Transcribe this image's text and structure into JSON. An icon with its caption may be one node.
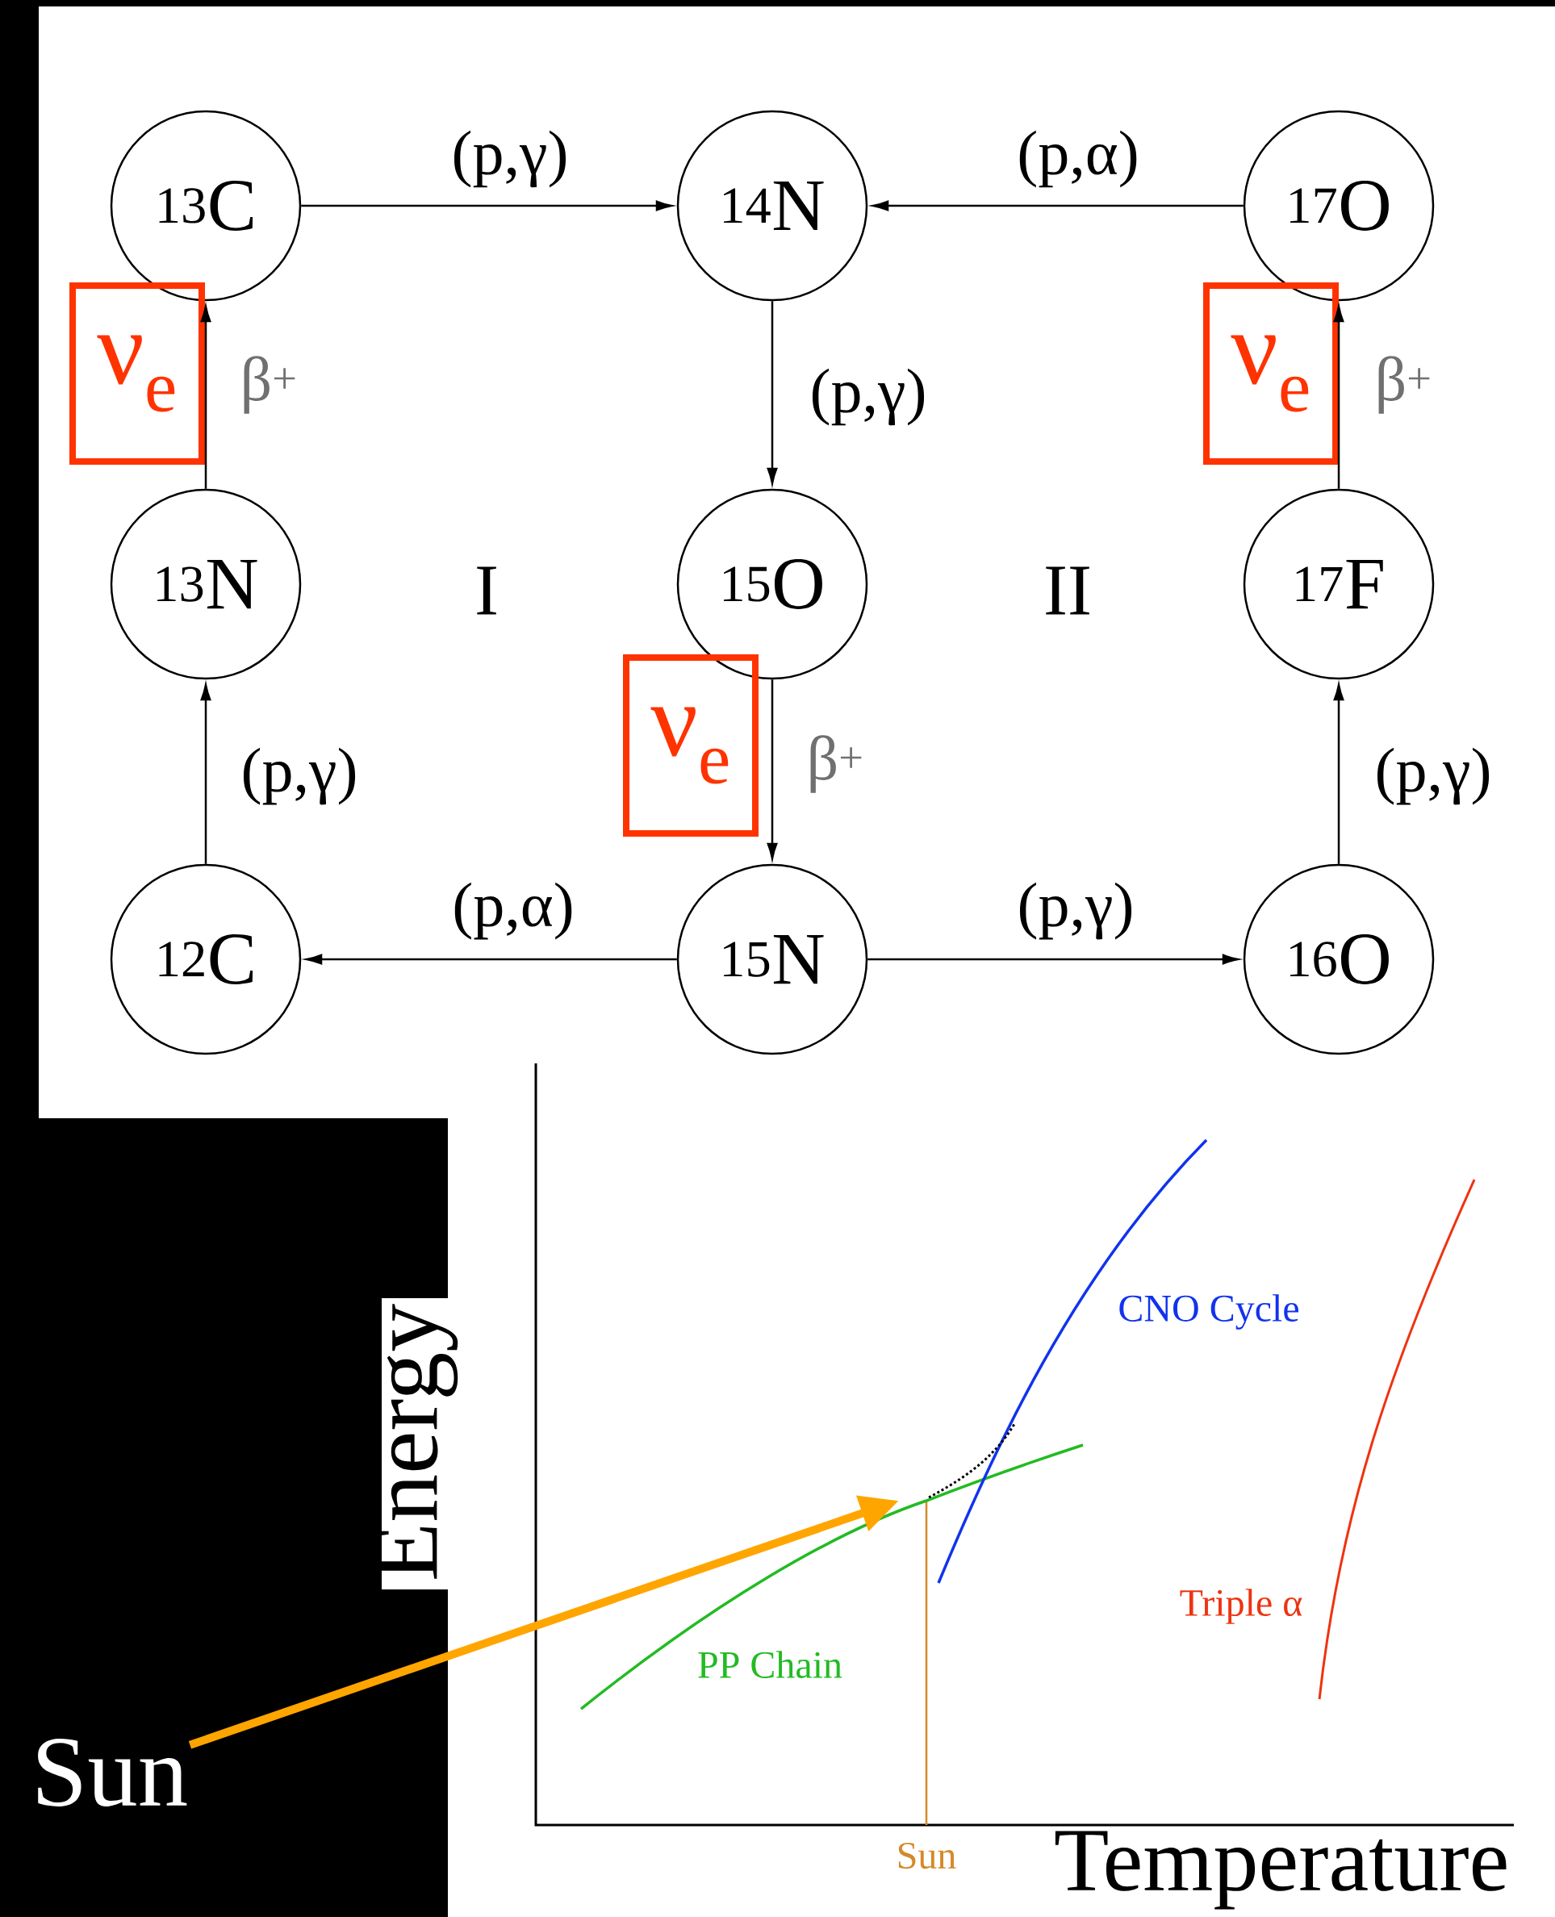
{
  "diagram": {
    "nodes": [
      {
        "text": [
          "$^{13}$C"
        ]
      },
      {
        "text": [
          "$^{14}$N"
        ]
      },
      {
        "text": [
          "$^{17}$O"
        ]
      },
      {
        "text": [
          "ν$_{e}$"
        ]
      },
      {
        "text": [
          "ν$_{e}$"
        ]
      },
      {
        "text": [
          "$^{13}$N"
        ]
      },
      {
        "text": [
          "$^{15}$O"
        ]
      },
      {
        "text": [
          "$^{17}$F"
        ]
      },
      {
        "text": [
          "ν$_{e}$"
        ]
      },
      {
        "text": [
          "$^{12}$C"
        ]
      },
      {
        "text": [
          "$^{15}$N"
        ]
      },
      {
        "text": [
          "$^{16}$O"
        ]
      },
      {
        "text": [
          "Sun"
        ]
      }
    ],
    "edges": [
      {
        "from": 0,
        "to": 1,
        "arrow": "to",
        "label": "(p,γ)"
      },
      {
        "from": 2,
        "to": 1,
        "arrow": "to",
        "label": "(p,α)"
      },
      {
        "from": 1,
        "to": 6,
        "arrow": "to",
        "label": "(p,γ)"
      },
      {
        "from": 7,
        "to": 2,
        "arrow": "to",
        "label": "β$^{+}$"
      },
      {
        "from": 5,
        "to": 0,
        "arrow": "to",
        "label": "β$^{+}$"
      },
      {
        "from": 6,
        "to": 10,
        "arrow": "to",
        "label": "β$^{+}$"
      },
      {
        "from": 9,
        "to": 5,
        "arrow": "to",
        "label": "(p,γ)"
      },
      {
        "from": 10,
        "to": 9,
        "arrow": "to",
        "label": "(p,α)"
      },
      {
        "from": 10,
        "to": 11,
        "arrow": "to",
        "label": "(p,γ)"
      },
      {
        "from": 11,
        "to": 7,
        "arrow": "to",
        "label": "(p,γ)"
      },
      {
        "from": 12,
        "to": null,
        "arrow": "to",
        "style": "thick",
        "color": "#ffa500"
      }
    ],
    "labels": [
      "I",
      "II",
      "Energy",
      "CNO Cycle",
      "PP Chain",
      "Triple α",
      "Sun",
      "Temperature"
    ]
  }
}
